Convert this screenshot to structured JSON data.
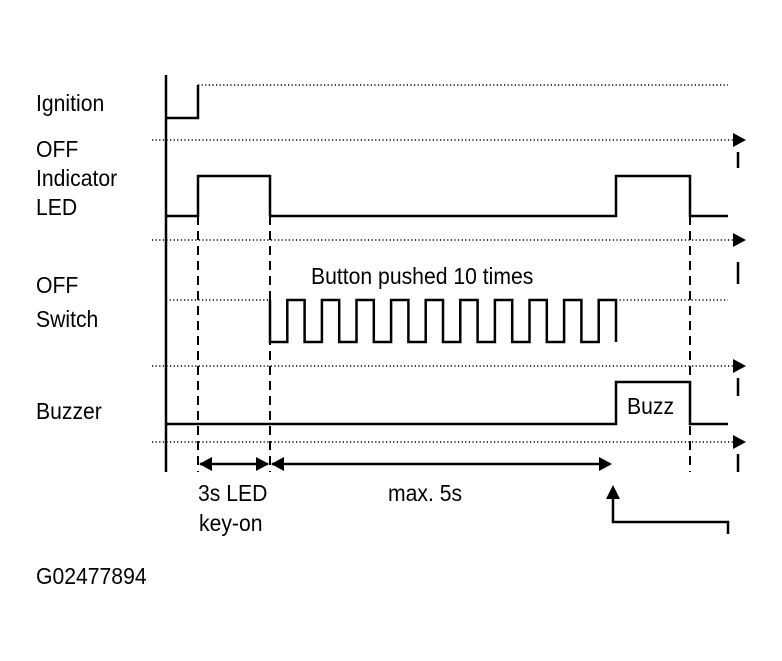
{
  "labels": {
    "ignition": "Ignition",
    "off_led_line1": "OFF",
    "off_led_line2": "Indicator",
    "off_led_line3": "LED",
    "off_switch_line1": "OFF",
    "off_switch_line2": "Switch",
    "buzzer": "Buzzer",
    "button_note": "Button pushed 10 times",
    "buzz": "Buzz",
    "led_time_line1": "3s LED",
    "led_time_line2": "key-on",
    "max_time": "max. 5s",
    "figure_id": "G02477894"
  },
  "signals": {
    "button_press_count": 10
  }
}
